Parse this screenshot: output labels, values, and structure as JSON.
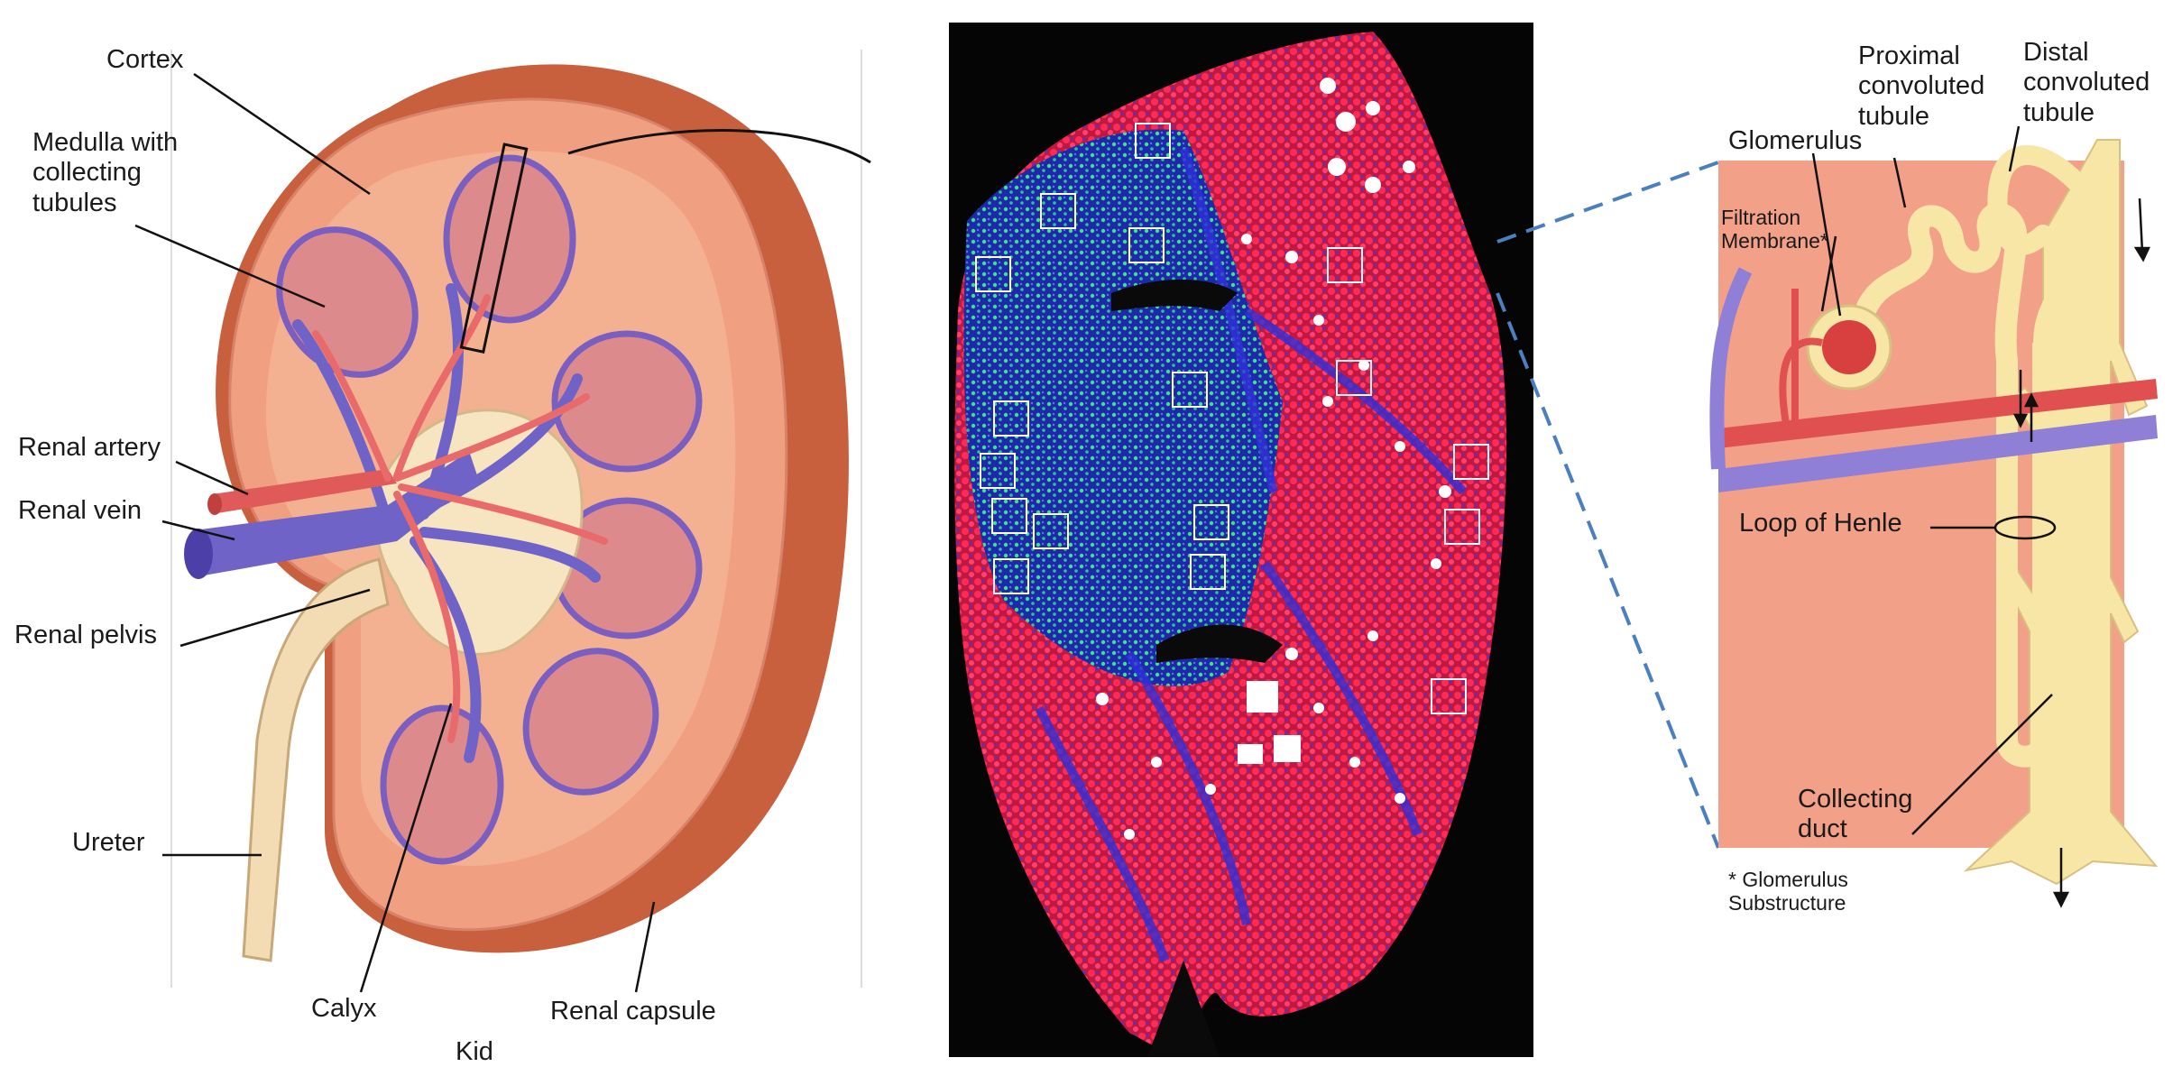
{
  "kidney": {
    "labels": {
      "cortex": "Cortex",
      "medulla": "Medulla with\ncollecting\ntubules",
      "renal_artery": "Renal artery",
      "renal_vein": "Renal vein",
      "renal_pelvis": "Renal pelvis",
      "ureter": "Ureter",
      "calyx": "Calyx",
      "renal_capsule": "Renal capsule",
      "caption_cut": "Kid"
    }
  },
  "micrograph": {
    "colors": {
      "background": "#050505",
      "red": "#e8204a",
      "blue": "#2a2ad0",
      "green": "#34d08a"
    }
  },
  "nephron": {
    "labels": {
      "proximal": "Proximal\nconvoluted\ntubule",
      "distal": "Distal\nconvoluted\ntubule",
      "glomerulus": "Glomerulus",
      "filtration": "Filtration\nMembrane*",
      "loop": "Loop of Henle",
      "collecting": "Collecting\nduct",
      "footnote": "* Glomerulus\nSubstructure"
    },
    "colors": {
      "background": "#f2a088",
      "tubule": "#f8e6a6",
      "artery": "#e05050",
      "vein": "#8f7fd6",
      "callout": "#4a7fc0"
    }
  }
}
